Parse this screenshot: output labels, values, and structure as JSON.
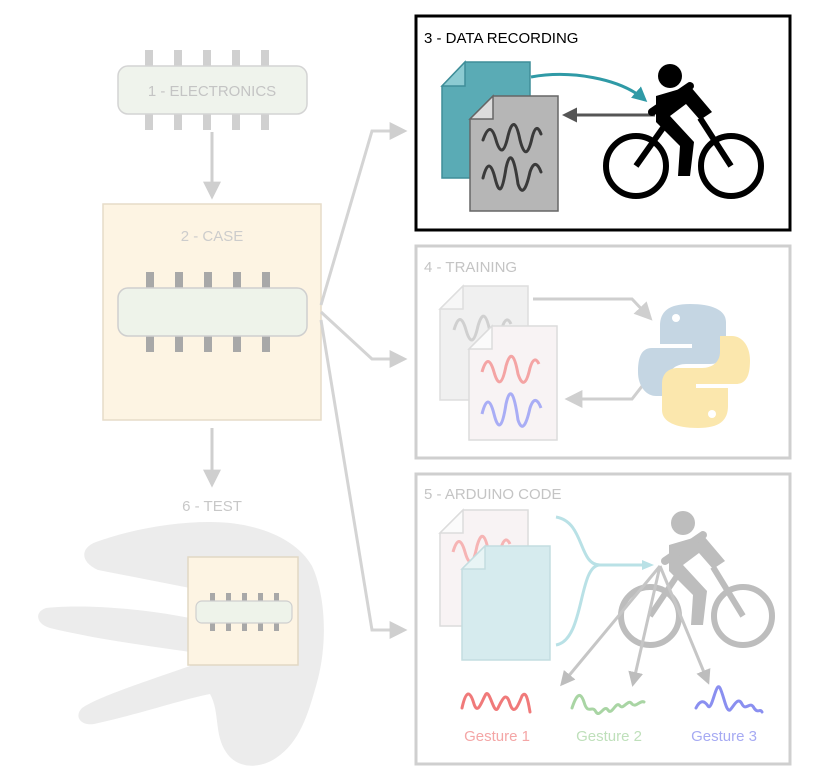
{
  "steps": {
    "electronics": "1 - ELECTRONICS",
    "case": "2 - CASE",
    "data_recording": "3 - DATA RECORDING",
    "training": "4 - TRAINING",
    "arduino_code": "5 - ARDUINO CODE",
    "test": "6 - TEST"
  },
  "gestures": [
    "Gesture 1",
    "Gesture 2",
    "Gesture 3"
  ],
  "icons": [
    "chip-icon",
    "hand-icon",
    "file-icon",
    "waveform-icon",
    "cyclist-icon",
    "python-logo-icon",
    "arrow-icon"
  ],
  "colors": {
    "teal": "#5aabb5",
    "teal_dark": "#3f8e99",
    "faded_grey": "#c8c8c8",
    "case_fill": "#fdf4e3",
    "chip_fill": "#eef3ea",
    "gesture1": "#f07a7a",
    "gesture2": "#9fcd9a",
    "gesture3": "#8a8ff0"
  }
}
